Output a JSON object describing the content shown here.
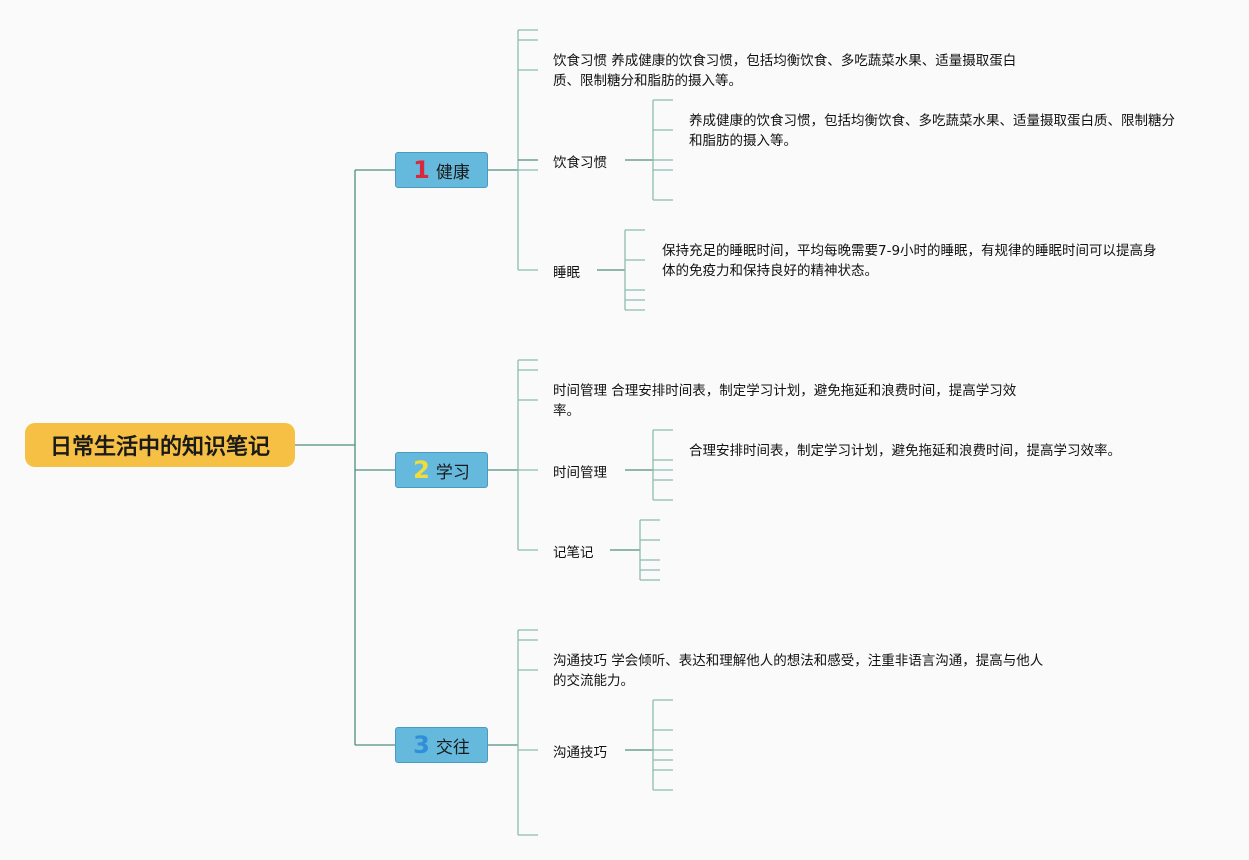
{
  "root": {
    "title": "日常生活中的知识笔记"
  },
  "branches": [
    {
      "number": "1",
      "number_color": "#d8283a",
      "label": "健康",
      "summary": "饮食习惯 养成健康的饮食习惯，包括均衡饮食、多吃蔬菜水果、适量摄取蛋白质、限制糖分和脂肪的摄入等。",
      "topics": [
        {
          "label": "饮食习惯",
          "note": "养成健康的饮食习惯，包括均衡饮食、多吃蔬菜水果、适量摄取蛋白质、限制糖分和脂肪的摄入等。"
        },
        {
          "label": "睡眠",
          "note": "保持充足的睡眠时间，平均每晚需要7-9小时的睡眠，有规律的睡眠时间可以提高身体的免疫力和保持良好的精神状态。"
        }
      ]
    },
    {
      "number": "2",
      "number_color": "#f0dc3c",
      "label": "学习",
      "summary": "时间管理 合理安排时间表，制定学习计划，避免拖延和浪费时间，提高学习效率。",
      "topics": [
        {
          "label": "时间管理",
          "note": "合理安排时间表，制定学习计划，避免拖延和浪费时间，提高学习效率。"
        },
        {
          "label": "记笔记",
          "note": ""
        }
      ]
    },
    {
      "number": "3",
      "number_color": "#2f8fd8",
      "label": "交往",
      "summary": "沟通技巧 学会倾听、表达和理解他人的想法和感受，注重非语言沟通，提高与他人的交流能力。",
      "topics": [
        {
          "label": "沟通技巧",
          "note": ""
        }
      ]
    }
  ],
  "colors": {
    "line": "#4f8f80",
    "line_light": "#8bbcb0",
    "root_fill": "#f5c044",
    "branch_fill": "#64b9dc"
  }
}
